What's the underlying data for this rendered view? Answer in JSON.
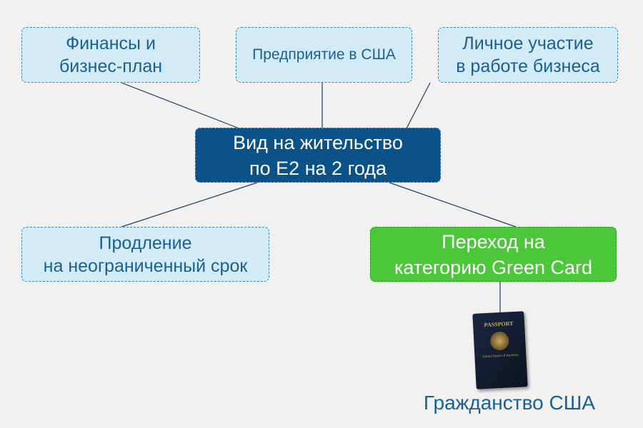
{
  "nodes": {
    "finance": "Финансы и\nбизнес-план",
    "enterprise": "Предприятие в США",
    "participation": "Личное участие\nв работе бизнеса",
    "center": "Вид на жительство\nпо Е2 на 2 года",
    "extension": "Продление\nна неограниченный срок",
    "green_card": "Переход на\nкатегорию Green Card"
  },
  "passport": {
    "title": "PASSPORT",
    "country": "United States of America"
  },
  "citizenship": "Гражданство США",
  "colors": {
    "center": "#0b5289",
    "green": "#4cc73a",
    "light": "#d3ebf7",
    "text": "#1b5f93"
  }
}
